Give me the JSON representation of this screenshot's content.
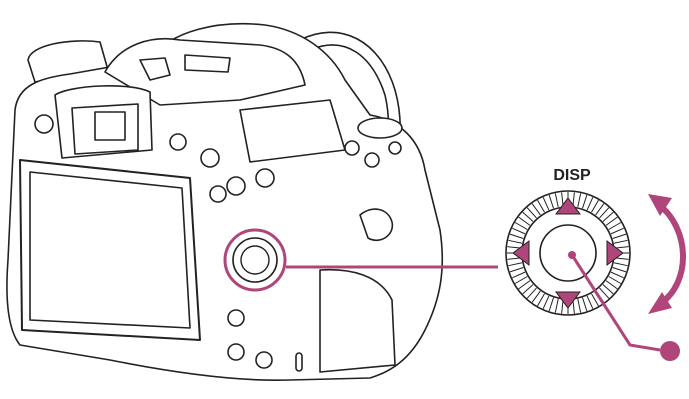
{
  "dial": {
    "label": "DISP",
    "name": "control-wheel"
  },
  "colors": {
    "highlight": "#b0457a",
    "line": "#222222",
    "body_fill": "#ffffff"
  },
  "icons": [
    "camera-body",
    "control-wheel",
    "arrow-up-icon",
    "arrow-down-icon",
    "arrow-left-icon",
    "arrow-right-icon",
    "rotate-arrow-icon",
    "center-button-dot-icon"
  ]
}
